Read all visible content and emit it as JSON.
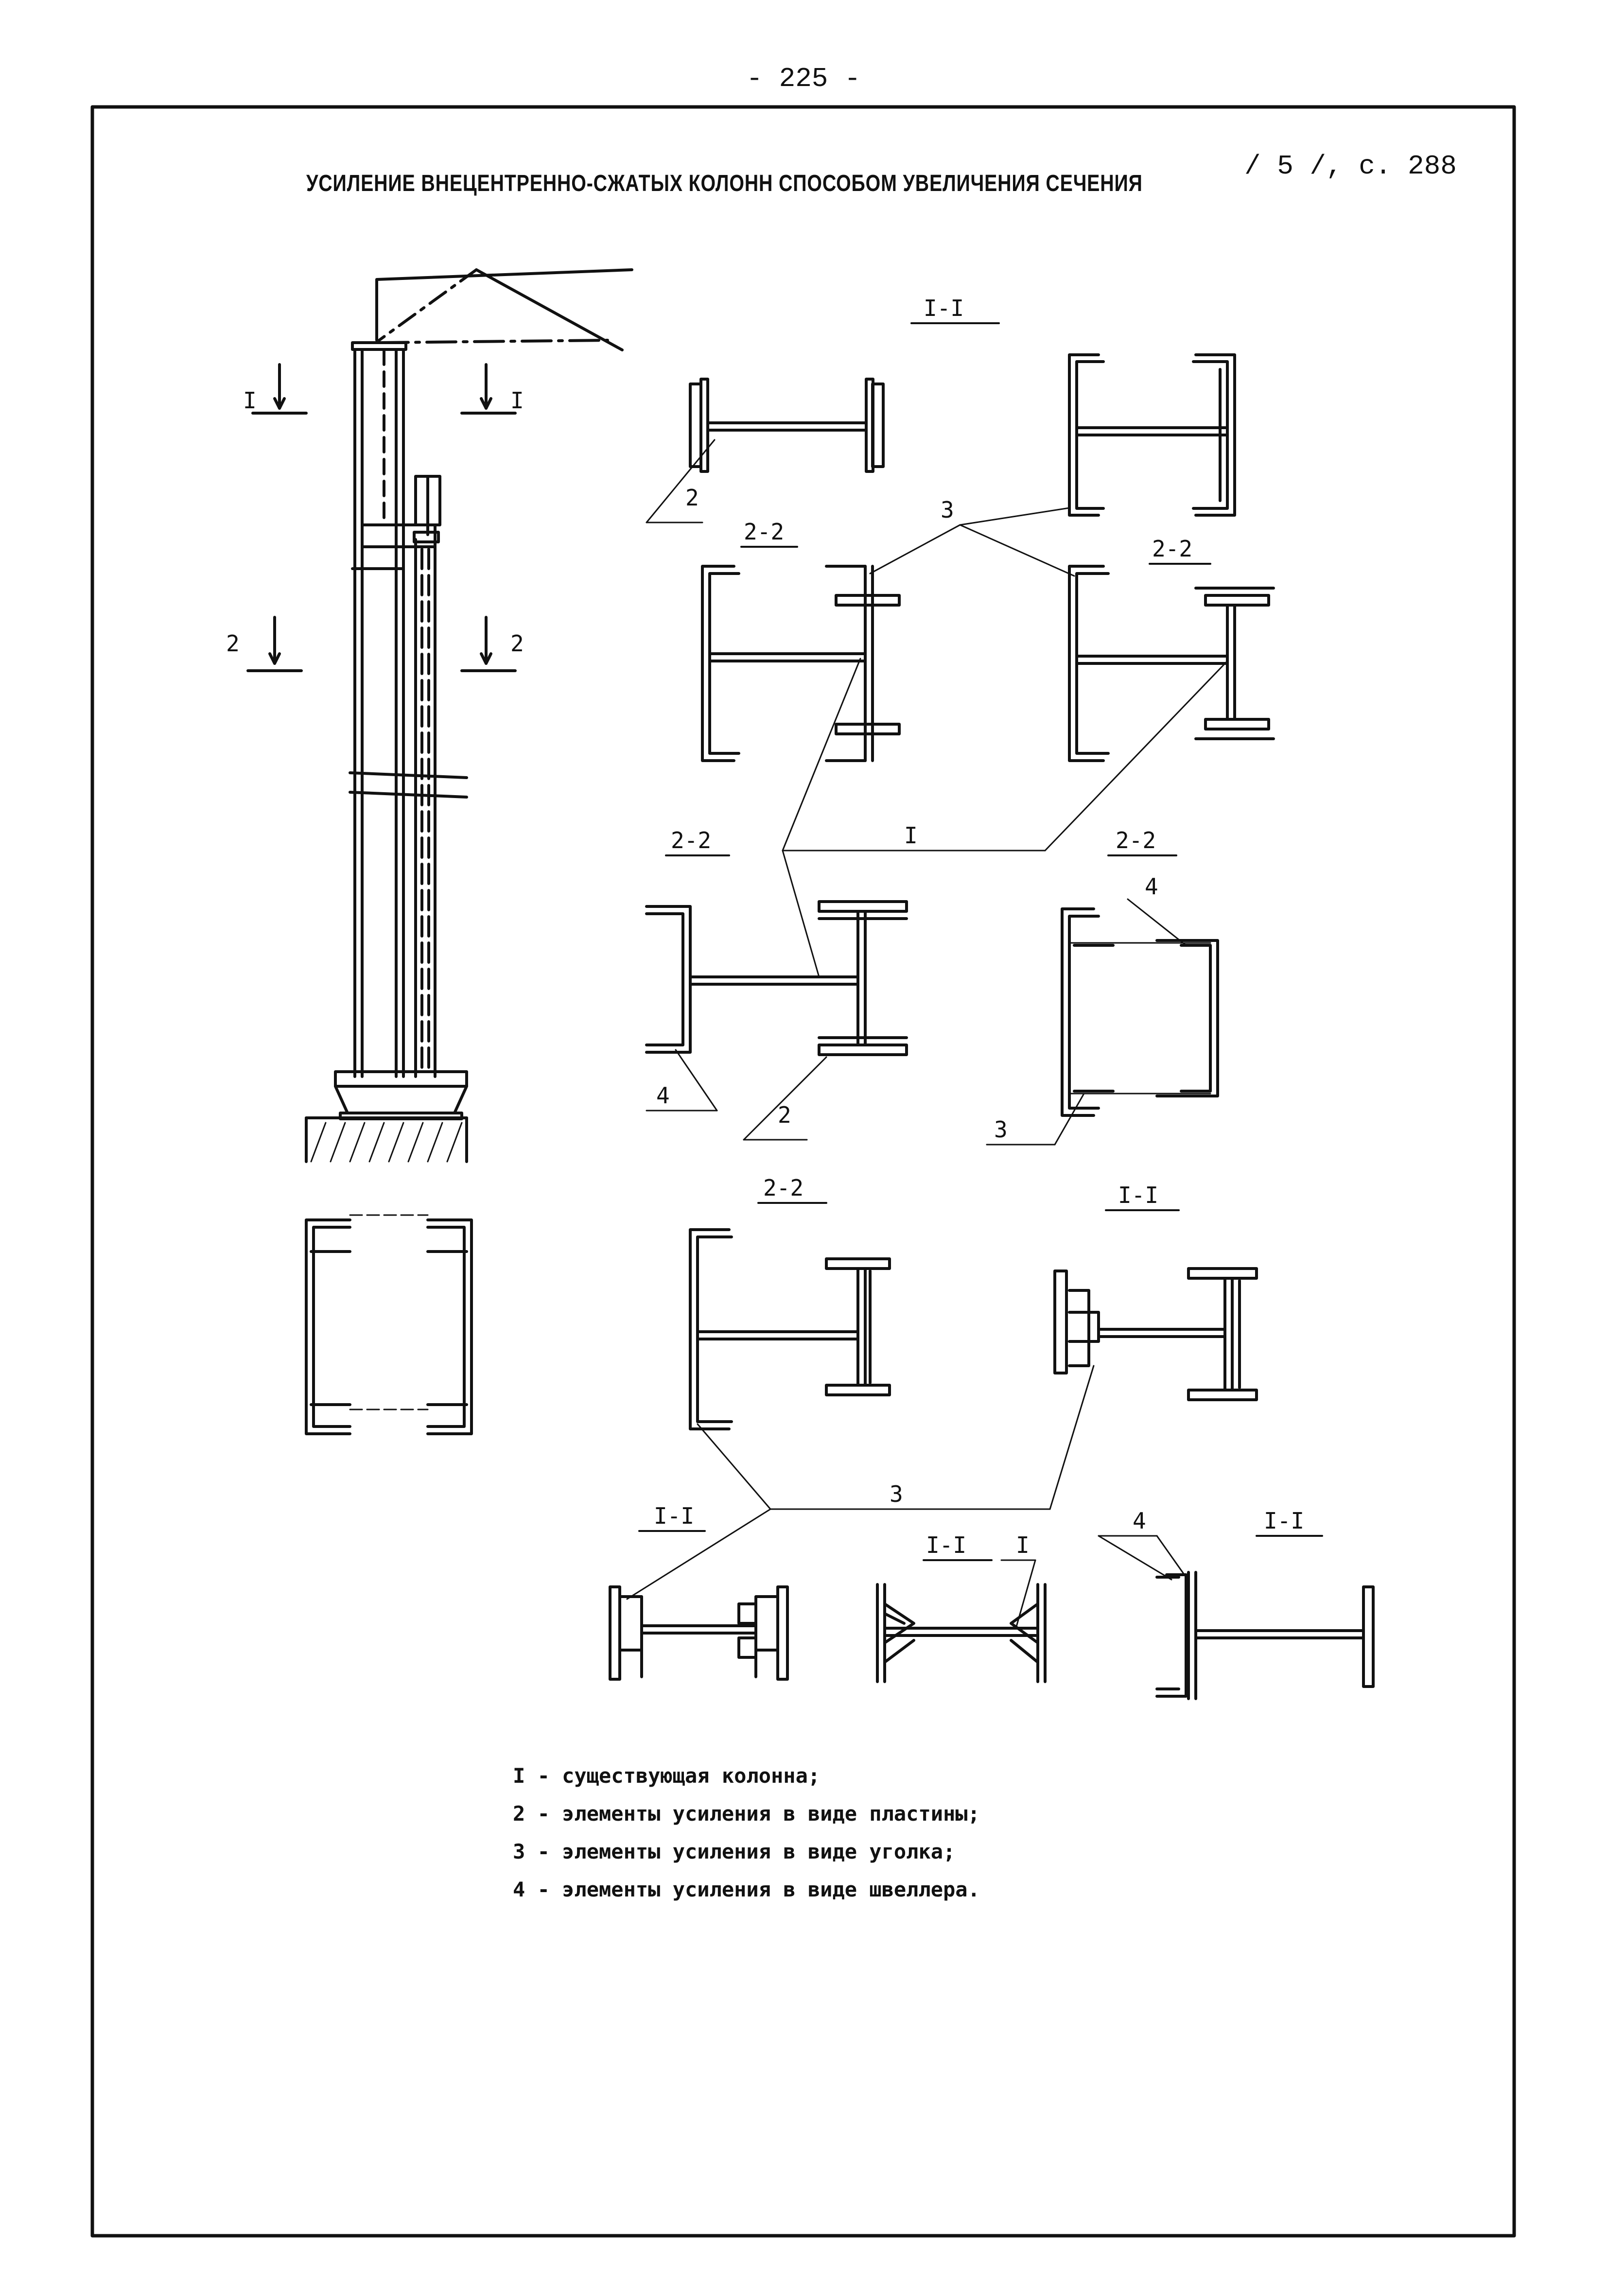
{
  "page_number": "- 225 -",
  "reference": "/ 5 /, с. 288",
  "title": "УСИЛЕНИЕ ВНЕЦЕНТРЕННО-СЖАТЫХ КОЛОНН СПОСОБОМ УВЕЛИЧЕНИЯ СЕЧЕНИЯ",
  "labels": {
    "section_1_1": "I-I",
    "section_2_2": "2-2",
    "mark_I": "I",
    "mark_2": "2",
    "mark_3": "3",
    "mark_4": "4"
  },
  "legend": [
    "I - существующая колонна;",
    "2 - элементы усиления в виде пластины;",
    "3 - элементы усиления в виде уголка;",
    "4 - элементы усиления в виде швеллера."
  ]
}
